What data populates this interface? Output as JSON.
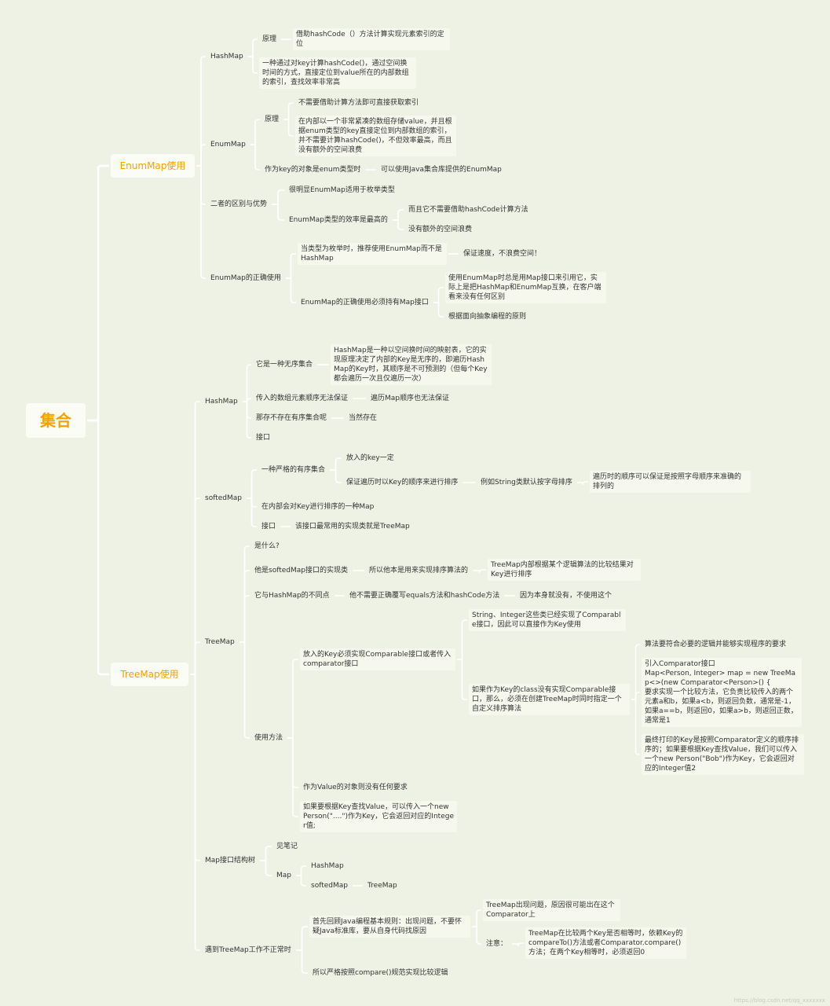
{
  "nodes": {
    "root": "集合",
    "enummap": "EnumMap使用",
    "treemap_use": "TreeMap使用",
    "hashmap1": "HashMap",
    "hm1_principle": "原理",
    "hm1_principle_d": "借助hashCode（）方法计算实现元素索引的定位",
    "hm1_desc": "一种通过对key计算hashCode()，通过空间换时间的方式，直接定位到value所在的内部数组的索引，查找效率非常高",
    "enummap2": "EnumMap",
    "em_principle": "原理",
    "em_p1": "不需要借助计算方法即可直接获取索引",
    "em_p2": "在内部以一个非常紧凑的数组存储value，并且根据enum类型的key直接定位到内部数组的索引，并不需要计算hashCode()，不但效率最高，而且没有额外的空间浪费",
    "em_keytype": "作为key的对象是enum类型时",
    "em_keytype_d": "可以使用Java集合库提供的EnumMap",
    "diff": "二者的区别与优势",
    "diff1": "很明显EnumMap适用于枚举类型",
    "diff2": "EnumMap类型的效率是最高的",
    "diff2a": "而且它不需要借助hashCode计算方法",
    "diff2b": "没有额外的空间浪费",
    "correct": "EnumMap的正确使用",
    "correct1": "当类型为枚举时，推荐使用EnumMap而不是HashMap",
    "correct1a": "保证速度，不浪费空间！",
    "correct2": "EnumMap的正确使用必须持有Map接口",
    "correct2a": "使用EnumMap时总是用Map接口来引用它，实际上是把HashMap和EnumMap互换，在客户端看来没有任何区别",
    "correct2b": "根据面向抽象编程的原则",
    "hashmap2": "HashMap",
    "hm2_unordered": "它是一种无序集合",
    "hm2_unordered_d": "HashMap是一种以空间换时间的映射表，它的实现原理决定了内部的Key是无序的，即遍历HashMap的Key时，其顺序是不可预测的（但每个Key都会遍历一次且仅遍历一次）",
    "hm2_order": "传入的数组元素顺序无法保证",
    "hm2_order_d": "遍历Map顺序也无法保证",
    "hm2_sorted": "那存不存在有序集合呢",
    "hm2_sorted_d": "当然存在",
    "hm2_iface": "接口",
    "sorted": "softedMap",
    "sm_strict": "一种严格的有序集合",
    "sm_key": "放入的key一定",
    "sm_iter": "保证遍历时以Key的顺序来进行排序",
    "sm_iter_ex": "例如String类默认按字母排序",
    "sm_iter_ex2": "遍历时的顺序可以保证是按照字母顺序来准确的排列的",
    "sm_inner": "在内部会对Key进行排序的一种Map",
    "sm_iface": "接口",
    "sm_iface_d": "该接口最常用的实现类就是TreeMap",
    "treemap": "TreeMap",
    "tm_what": "是什么?",
    "tm_impl": "他是softedMap接口的实现类",
    "tm_impl_a": "所以他本是用来实现排序算法的",
    "tm_impl_b": "TreeMap内部根据某个逻辑算法的比较结果对Key进行排序",
    "tm_diff": "它与HashMap的不同点",
    "tm_diff_a": "他不需要正确覆写equals方法和hashCode方法",
    "tm_diff_b": "因为本身就没有，不使用这个",
    "tm_usage": "使用方法",
    "tm_u1": "放入的Key必须实现Comparable接口或者传入comparator接口",
    "tm_u1a": "String、Integer这些类已经实现了Comparable接口，因此可以直接作为Key使用",
    "tm_u1b": "如果作为Key的class没有实现Comparable接口，那么，必须在创建TreeMap时同时指定一个自定义排序算法",
    "tm_u1b1": "算法要符合必要的逻辑并能够实现程序的要求",
    "tm_u1b2": "引入Comparator接口\nMap<Person, Integer> map = new TreeMap<>(new Comparator<Person>() {\n要求实现一个比较方法，它负责比较传入的两个元素a和b，如果a<b，则返回负数，通常是-1，如果a==b，则返回0，如果a>b，则返回正数，通常是1",
    "tm_u1b3": "最终打印的Key是按照Comparator定义的顺序排序的；如果要根据Key查找Value，我们可以传入一个new Person(\"Bob\")作为Key，它会返回对应的Integer值2",
    "tm_u2": "作为Value的对象则没有任何要求",
    "tm_u3": "如果要根据Key查找Value，可以传入一个new Person(\"....\")作为Key，它会返回对应的Integer值;",
    "tree": "Map接口结构树",
    "tree_note": "见笔记",
    "tree_map": "Map",
    "tree_hm": "HashMap",
    "tree_sm": "softedMap",
    "tree_tm": "TreeMap",
    "abn": "遇到TreeMap工作不正常时",
    "abn1": "首先回顾Java编程基本规则：出现问题，不要怀疑Java标准库，要从自身代码找原因",
    "abn1a": "TreeMap出现问题，原因很可能出在这个Comparator上",
    "abn1b": "注意：",
    "abn1b1": "TreeMap在比较两个Key是否相等时，依赖Key的compareTo()方法或者Comparator.compare()方法；在两个Key相等时，必须返回0",
    "abn2": "所以严格按照compare()规范实现比较逻辑"
  },
  "watermark": "https://blog.csdn.net/qq_xxxxxxx",
  "colors": {
    "background": "#eef2e4",
    "accent": "#f5a100",
    "line": "#ffffff"
  }
}
